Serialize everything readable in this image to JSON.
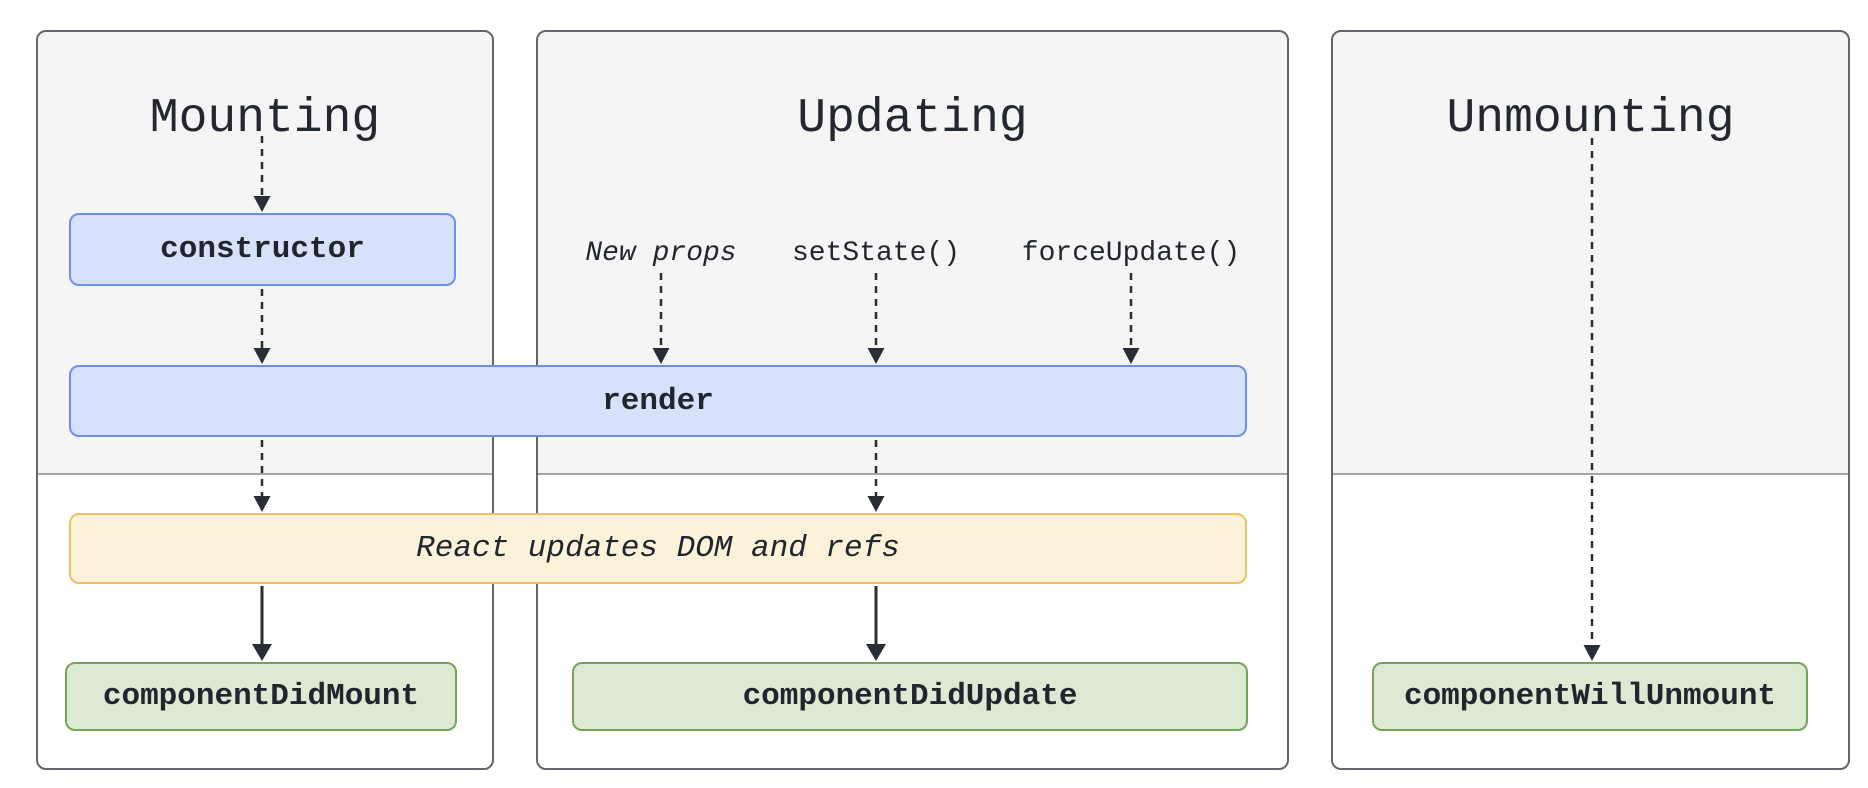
{
  "columns": {
    "mounting": {
      "title": "Mounting"
    },
    "updating": {
      "title": "Updating",
      "triggers": {
        "new_props": "New props",
        "set_state": "setState()",
        "force_update": "forceUpdate()"
      }
    },
    "unmounting": {
      "title": "Unmounting"
    }
  },
  "nodes": {
    "constructor": {
      "label": "constructor"
    },
    "render": {
      "label": "render"
    },
    "react_updates_dom": {
      "label": "React updates DOM and refs"
    },
    "component_did_mount": {
      "label": "componentDidMount"
    },
    "component_did_update": {
      "label": "componentDidUpdate"
    },
    "component_will_unmount": {
      "label": "componentWillUnmount"
    }
  },
  "colors": {
    "lifecycle_box_fill": "#d8e1fb",
    "lifecycle_box_border": "#6d90ef",
    "side_effect_box_fill": "#fcf2da",
    "side_effect_box_border": "#eec25f",
    "commit_box_fill": "#dcead3",
    "commit_box_border": "#74a455",
    "panel_background_render_phase": "#f5f5f6",
    "panel_background_commit_phase": "#ffffff",
    "panel_border": "#63666c",
    "phase_divider": "#a3a5a8",
    "arrow": "#282d36",
    "text": "#20252e"
  }
}
